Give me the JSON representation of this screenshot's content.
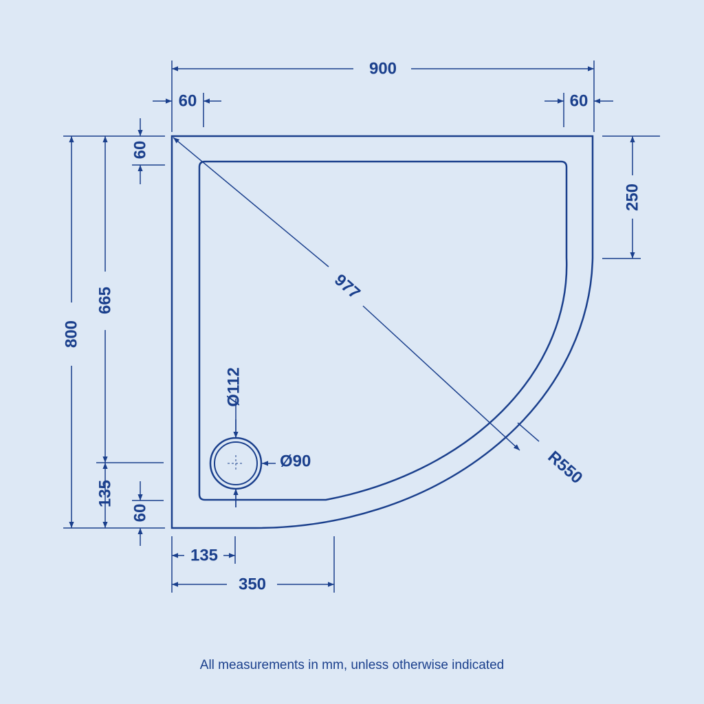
{
  "dimensions": {
    "overall_width": "900",
    "left_rim_width": "60",
    "right_rim_width": "60",
    "overall_depth": "800",
    "inner_depth": "665",
    "top_rim_depth": "60",
    "waste_offset_bottom": "135",
    "bottom_rim_depth": "60",
    "right_straight_section": "250",
    "diagonal": "977",
    "radius": "R550",
    "waste_outer_diameter": "Ø112",
    "waste_inner_diameter": "Ø90",
    "waste_offset_left": "135",
    "left_straight_section": "350"
  },
  "footnote": "All measurements in mm, unless otherwise indicated",
  "colors": {
    "line": "#1a3f8c",
    "background": "#dde8f5"
  }
}
